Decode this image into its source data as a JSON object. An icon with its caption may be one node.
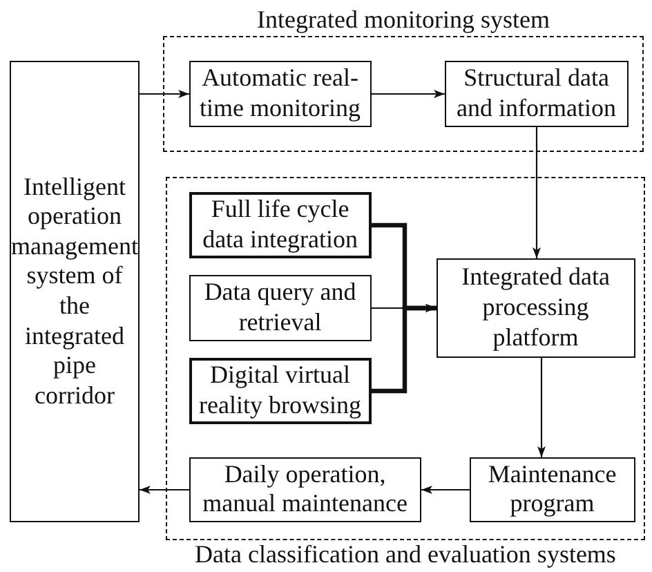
{
  "diagram": {
    "nodes": [
      {
        "text": [
          "Intelligent operation management system of the integrated pipe corridor"
        ]
      },
      {
        "text": [
          "Integrated monitoring system"
        ]
      },
      {
        "text": [
          "Automatic real-time monitoring"
        ],
        "in": 1
      },
      {
        "text": [
          "Structural data and information"
        ],
        "in": 1
      },
      {
        "text": [
          "Data classification and evaluation systems"
        ]
      },
      {
        "text": [
          "Full life cycle data integration"
        ],
        "in": 4
      },
      {
        "text": [
          "Data query and retrieval"
        ],
        "in": 4
      },
      {
        "text": [
          "Digital virtual reality browsing"
        ],
        "in": 4
      },
      {
        "text": [
          "Integrated data processing platform"
        ],
        "in": 4
      },
      {
        "text": [
          "Maintenance program"
        ],
        "in": 4
      },
      {
        "text": [
          "Daily operation, manual maintenance"
        ],
        "in": 4
      }
    ],
    "edges": [
      {
        "from": 0,
        "to": 2,
        "arrow": "to"
      },
      {
        "from": 2,
        "to": 3,
        "arrow": "to"
      },
      {
        "from": 3,
        "to": 8,
        "arrow": "to"
      },
      {
        "from": 5,
        "to": 8,
        "arrow": "to",
        "style": "thick"
      },
      {
        "from": 6,
        "to": 8,
        "arrow": "to"
      },
      {
        "from": 7,
        "to": 8,
        "arrow": "to",
        "style": "thick"
      },
      {
        "from": 8,
        "to": 9,
        "arrow": "to"
      },
      {
        "from": 9,
        "to": 10,
        "arrow": "to"
      },
      {
        "from": 10,
        "to": 0,
        "arrow": "to"
      }
    ]
  }
}
